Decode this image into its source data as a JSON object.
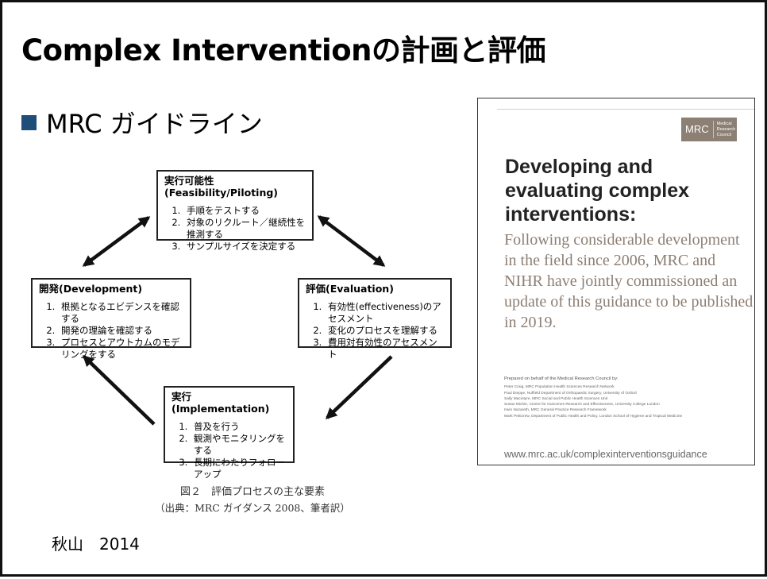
{
  "slide": {
    "title": "Complex Interventionの計画と評価",
    "bullet": "MRC ガイドライン",
    "credit": "秋山　2014"
  },
  "diagram": {
    "feasibility": {
      "title": "実行可能性(Feasibility/Piloting)",
      "items": [
        "手順をテストする",
        "対象のリクルート／継続性を推測する",
        "サンプルサイズを決定する"
      ]
    },
    "development": {
      "title": "開発(Development)",
      "items": [
        "根拠となるエビデンスを確認する",
        "開発の理論を確認する",
        "プロセスとアウトカムのモデリングをする"
      ]
    },
    "evaluation": {
      "title": "評価(Evaluation)",
      "items": [
        "有効性(effectiveness)のアセスメント",
        "変化のプロセスを理解する",
        "費用対有効性のアセスメント"
      ]
    },
    "implementation": {
      "title": "実行(Implementation)",
      "items": [
        "普及を行う",
        "観測やモニタリングをする",
        "長期にわたりフォローアップ"
      ]
    },
    "caption_line1": "図２　評価プロセスの主な要素",
    "caption_line2": "（出典：MRC ガイダンス 2008、筆者訳）",
    "arrow_color": "#111111"
  },
  "document": {
    "logo_text": "MRC",
    "logo_sub": [
      "Medical",
      "Research",
      "Council"
    ],
    "heading_lines": [
      "Developing and",
      "evaluating complex",
      "interventions:"
    ],
    "subheading": "Following considerable development in the field since 2006, MRC and NIHR have jointly commissioned an update of this guidance to be published in 2019.",
    "credits": [
      "Prepared on behalf of the Medical Research Council by:",
      "Peter Craig, MRC Population Health Sciences Research Network",
      "Paul Dieppe, Nuffield Department of Orthopaedic Surgery, University of Oxford",
      "Sally Macintyre, MRC Social and Public Health Sciences Unit",
      "Susan Michie, Centre for Outcomes Research and Effectiveness, University College London",
      "Irwin Nazareth, MRC General Practice Research Framework",
      "Mark Petticrew, Department of Public Health and Policy, London School of Hygiene and Tropical Medicine"
    ],
    "url": "www.mrc.ac.uk/complexinterventionsguidance",
    "brand_color": "#8c7f74"
  }
}
